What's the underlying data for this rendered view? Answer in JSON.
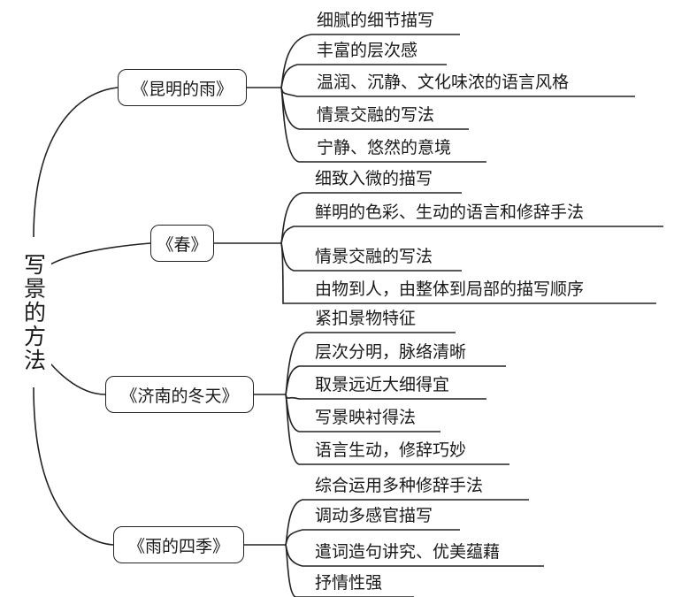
{
  "root": {
    "label": "写景的方法"
  },
  "branches": [
    {
      "title": "《昆明的雨》",
      "items": [
        "细腻的细节描写",
        "丰富的层次感",
        "温润、沉静、文化味浓的语言风格",
        "情景交融的写法",
        "宁静、悠然的意境"
      ]
    },
    {
      "title": "《春》",
      "items": [
        "细致入微的描写",
        "鲜明的色彩、生动的语言和修辞手法",
        "情景交融的写法",
        "由物到人，由整体到局部的描写顺序"
      ]
    },
    {
      "title": "《济南的冬天》",
      "items": [
        "紧扣景物特征",
        "层次分明，脉络清晰",
        "取景远近大细得宜",
        "写景映衬得法",
        "语言生动，修辞巧妙"
      ]
    },
    {
      "title": "《雨的四季》",
      "items": [
        "综合运用多种修辞手法",
        "调动多感官描写",
        "遣词造句讲究、优美蕴藉",
        "抒情性强"
      ]
    }
  ]
}
